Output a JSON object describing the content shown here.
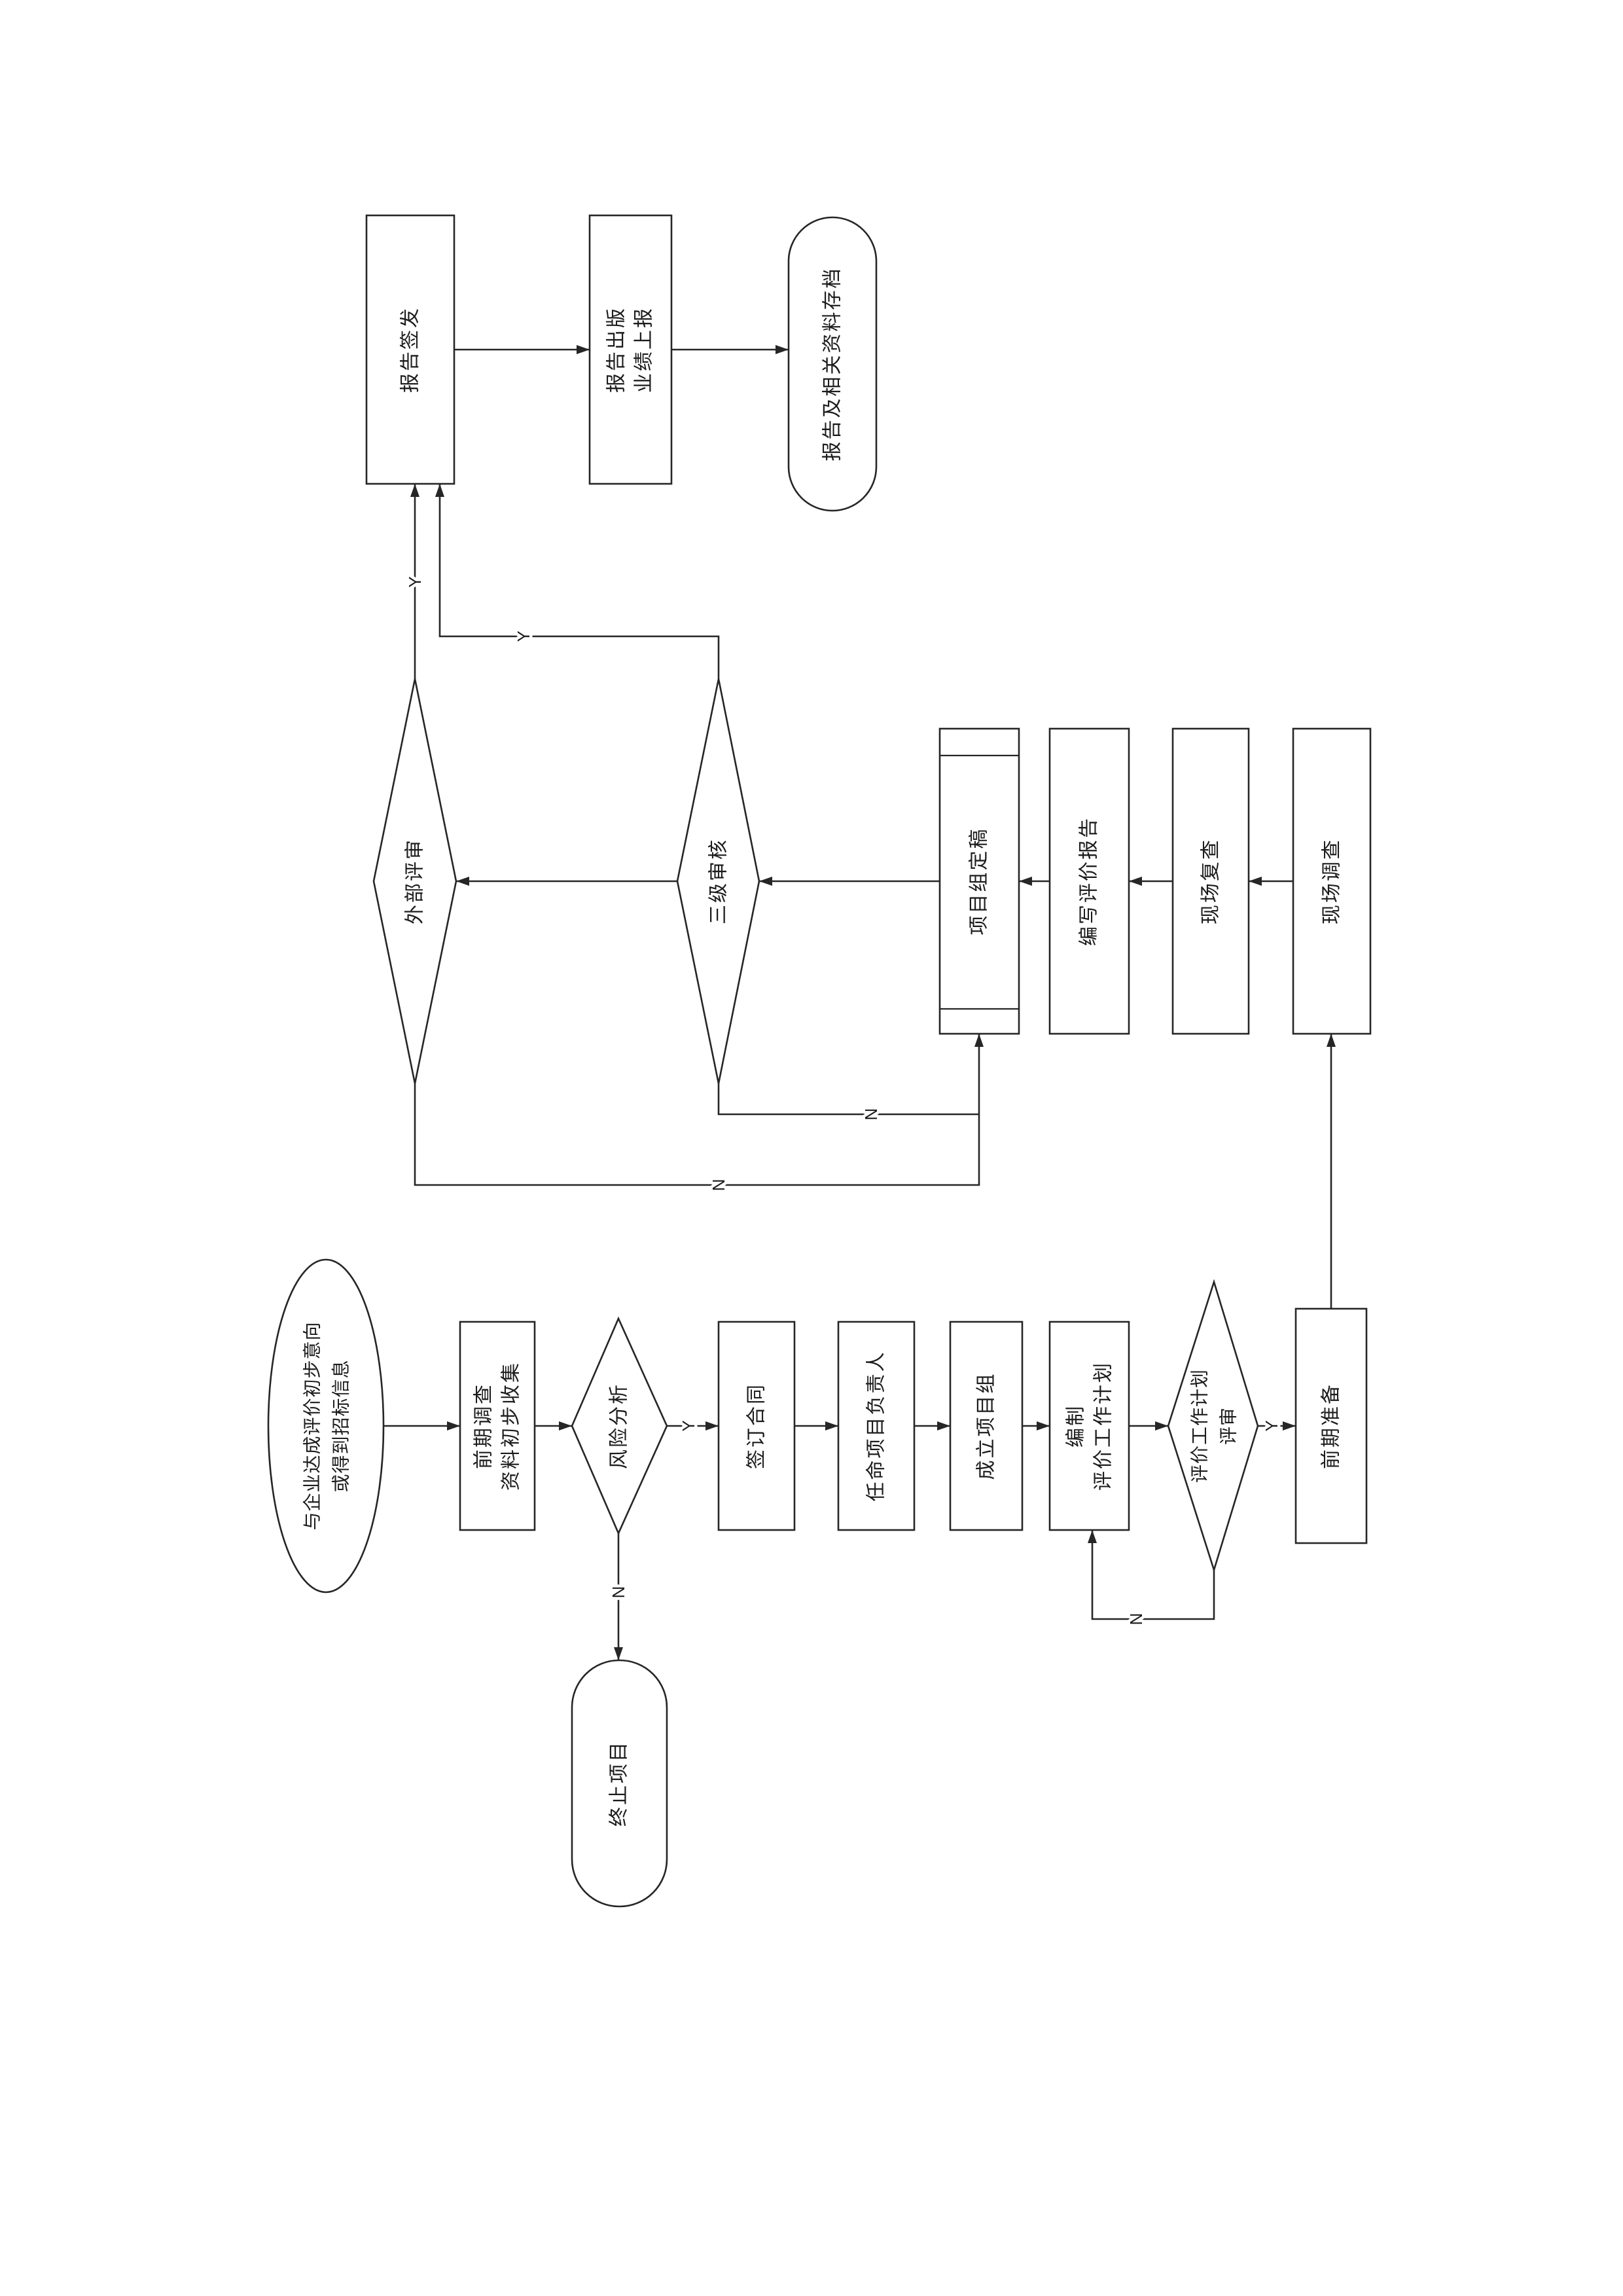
{
  "flowchart": {
    "nodes": {
      "start": {
        "lines": [
          "与企业达成评价初步意向",
          "或得到招标信息"
        ]
      },
      "preliminary_survey": {
        "lines": [
          "前期调查",
          "资料初步收集"
        ]
      },
      "risk_analysis": {
        "label": "风险分析"
      },
      "terminate": {
        "label": "终止项目"
      },
      "sign_contract": {
        "label": "签订合同"
      },
      "appoint_leader": {
        "label": "任命项目负责人"
      },
      "form_team": {
        "label": "成立项目组"
      },
      "compile_plan": {
        "lines": [
          "编制",
          "评价工作计划"
        ]
      },
      "plan_review": {
        "lines": [
          "评价工作计划",
          "评审"
        ]
      },
      "preparation": {
        "label": "前期准备"
      },
      "site_survey": {
        "label": "现场调查"
      },
      "site_recheck": {
        "label": "现场复查"
      },
      "write_report": {
        "label": "编写评价报告"
      },
      "team_finalize": {
        "label": "项目组定稿"
      },
      "three_level_review": {
        "label": "三级审核"
      },
      "external_review": {
        "label": "外部评审"
      },
      "report_issue": {
        "label": "报告签发"
      },
      "report_publish": {
        "lines": [
          "报告出版",
          "业绩上报"
        ]
      },
      "archive": {
        "label": "报告及相关资料存档"
      }
    },
    "branch_labels": {
      "risk_analysis_yes": "Y",
      "risk_analysis_no": "N",
      "plan_review_yes": "Y",
      "plan_review_no": "N",
      "three_level_review_yes": "Y",
      "three_level_review_no": "N",
      "external_review_yes": "Y",
      "external_review_no": "N"
    }
  }
}
